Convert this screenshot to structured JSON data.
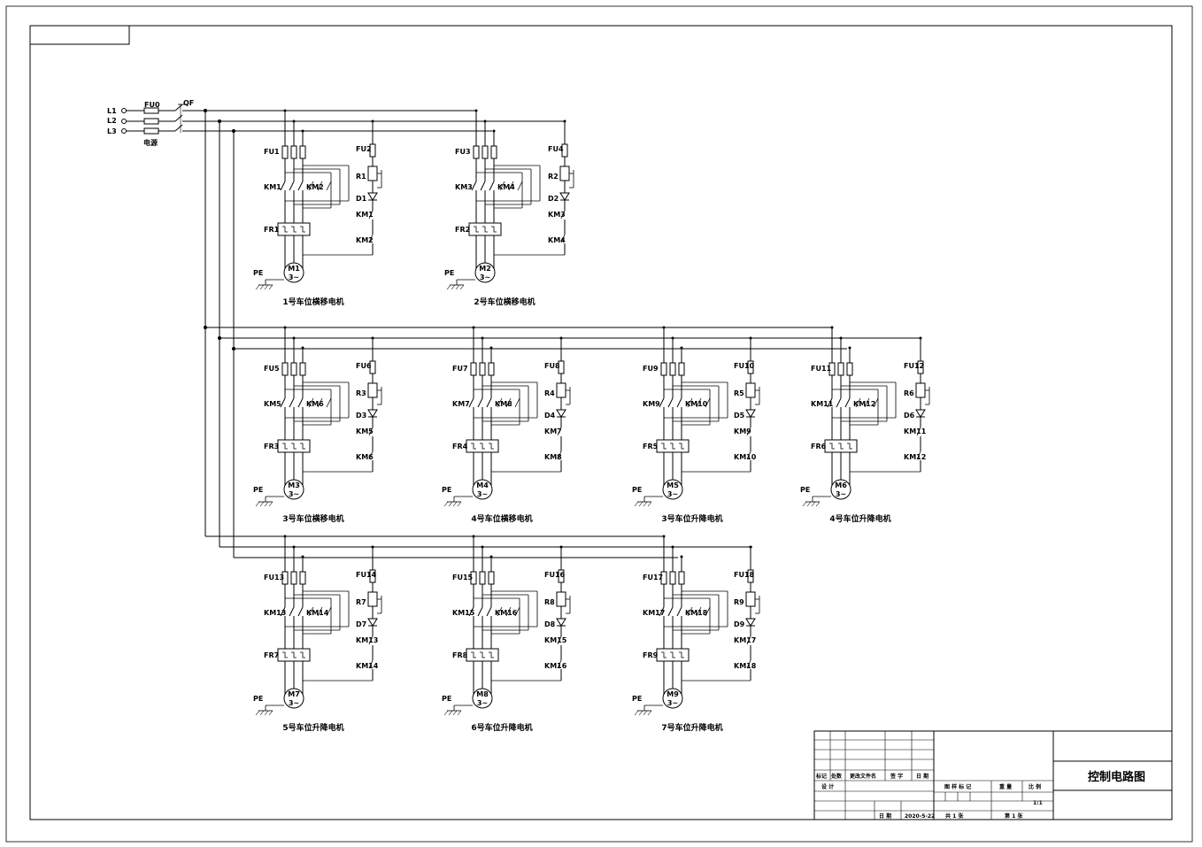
{
  "supply": {
    "phases": [
      "L1",
      "L2",
      "L3"
    ],
    "main_fuse": "FU0",
    "breaker": "QF",
    "caption": "电源"
  },
  "units": [
    {
      "row": 1,
      "col": 0,
      "fuse": "FU1",
      "ctl_fuse": "FU2",
      "ka": "KM1",
      "kb": "KM2",
      "resistor": "R1",
      "diode": "D1",
      "relay": "FR1",
      "motor": "M1",
      "motor_sub": "3~",
      "pe": "PE",
      "caption": "1号车位横移电机"
    },
    {
      "row": 1,
      "col": 1,
      "fuse": "FU3",
      "ctl_fuse": "FU4",
      "ka": "KM3",
      "kb": "KM4",
      "resistor": "R2",
      "diode": "D2",
      "relay": "FR2",
      "motor": "M2",
      "motor_sub": "3~",
      "pe": "PE",
      "caption": "2号车位横移电机"
    },
    {
      "row": 2,
      "col": 0,
      "fuse": "FU5",
      "ctl_fuse": "FU6",
      "ka": "KM5",
      "kb": "KM6",
      "resistor": "R3",
      "diode": "D3",
      "relay": "FR3",
      "motor": "M3",
      "motor_sub": "3~",
      "pe": "PE",
      "caption": "3号车位横移电机"
    },
    {
      "row": 2,
      "col": 1,
      "fuse": "FU7",
      "ctl_fuse": "FU8",
      "ka": "KM7",
      "kb": "KM8",
      "resistor": "R4",
      "diode": "D4",
      "relay": "FR4",
      "motor": "M4",
      "motor_sub": "3~",
      "pe": "PE",
      "caption": "4号车位横移电机"
    },
    {
      "row": 2,
      "col": 2,
      "fuse": "FU9",
      "ctl_fuse": "FU10",
      "ka": "KM9",
      "kb": "KM10",
      "resistor": "R5",
      "diode": "D5",
      "relay": "FR5",
      "motor": "M5",
      "motor_sub": "3~",
      "pe": "PE",
      "caption": "3号车位升降电机"
    },
    {
      "row": 2,
      "col": 3,
      "fuse": "FU11",
      "ctl_fuse": "FU12",
      "ka": "KM11",
      "kb": "KM12",
      "resistor": "R6",
      "diode": "D6",
      "relay": "FR6",
      "motor": "M6",
      "motor_sub": "3~",
      "pe": "PE",
      "caption": "4号车位升降电机"
    },
    {
      "row": 3,
      "col": 0,
      "fuse": "FU13",
      "ctl_fuse": "FU14",
      "ka": "KM13",
      "kb": "KM14",
      "resistor": "R7",
      "diode": "D7",
      "relay": "FR7",
      "motor": "M7",
      "motor_sub": "3~",
      "pe": "PE",
      "caption": "5号车位升降电机"
    },
    {
      "row": 3,
      "col": 1,
      "fuse": "FU15",
      "ctl_fuse": "FU16",
      "ka": "KM15",
      "kb": "KM16",
      "resistor": "R8",
      "diode": "D8",
      "relay": "FR8",
      "motor": "M8",
      "motor_sub": "3~",
      "pe": "PE",
      "caption": "6号车位升降电机"
    },
    {
      "row": 3,
      "col": 2,
      "fuse": "FU17",
      "ctl_fuse": "FU18",
      "ka": "KM17",
      "kb": "KM18",
      "resistor": "R9",
      "diode": "D9",
      "relay": "FR9",
      "motor": "M9",
      "motor_sub": "3~",
      "pe": "PE",
      "caption": "7号车位升降电机"
    }
  ],
  "title_block": {
    "title": "控制电路图",
    "rev_headers": [
      "标记",
      "处数",
      "更改文件名",
      "签 字",
      "日 期"
    ],
    "design": "设 计",
    "date_label": "日 期",
    "date_value": "2020-5-22",
    "stage_label": "图 样 标 记",
    "weight_label": "重 量",
    "scale_label": "比 例",
    "scale_value": "1:1",
    "total_sheets": "共 1 张",
    "sheet_no": "第 1 张"
  }
}
